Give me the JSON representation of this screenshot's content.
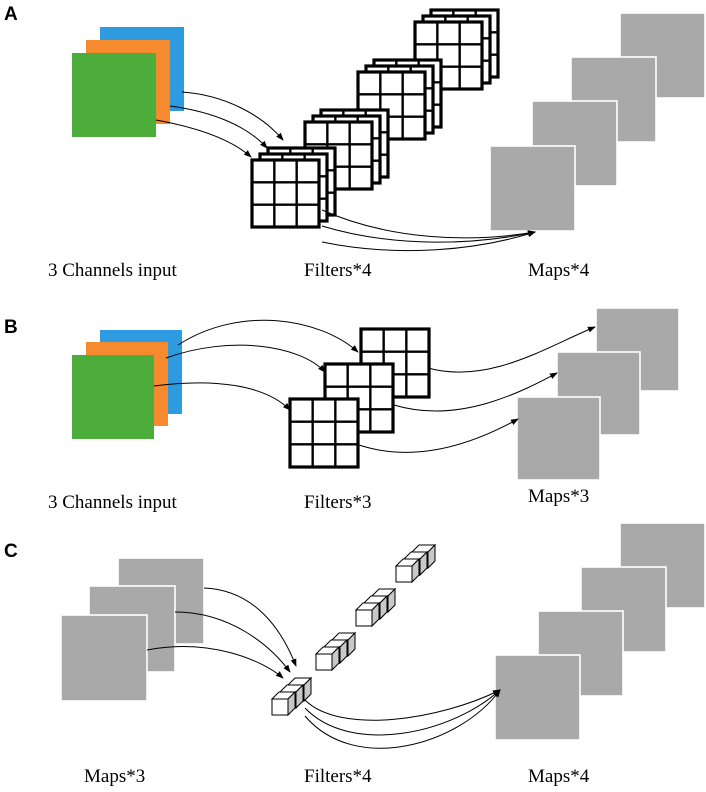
{
  "panels": [
    {
      "letter": "A",
      "labels": [
        "3 Channels input",
        "Filters*4",
        "Maps*4"
      ]
    },
    {
      "letter": "B",
      "labels": [
        "3 Channels input",
        "Filters*3",
        "Maps*3"
      ]
    },
    {
      "letter": "C",
      "labels": [
        "Maps*3",
        "Filters*4",
        "Maps*4"
      ]
    }
  ],
  "colors": {
    "channel_green": "#4cad3a",
    "channel_orange": "#f58a2e",
    "channel_blue": "#2e9be0",
    "map_gray": "#a9a9a9",
    "cube_side": "#c8c8c8"
  }
}
